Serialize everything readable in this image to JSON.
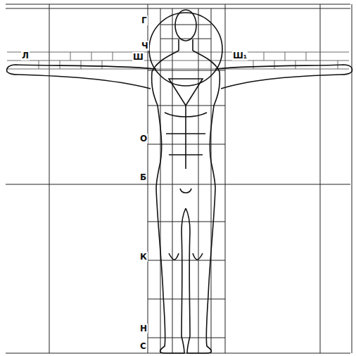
{
  "diagram": {
    "labels": [
      "Г",
      "Ч",
      "Л",
      "Ш",
      "Ш₁",
      "О",
      "Б",
      "К",
      "Н",
      "С"
    ]
  }
}
